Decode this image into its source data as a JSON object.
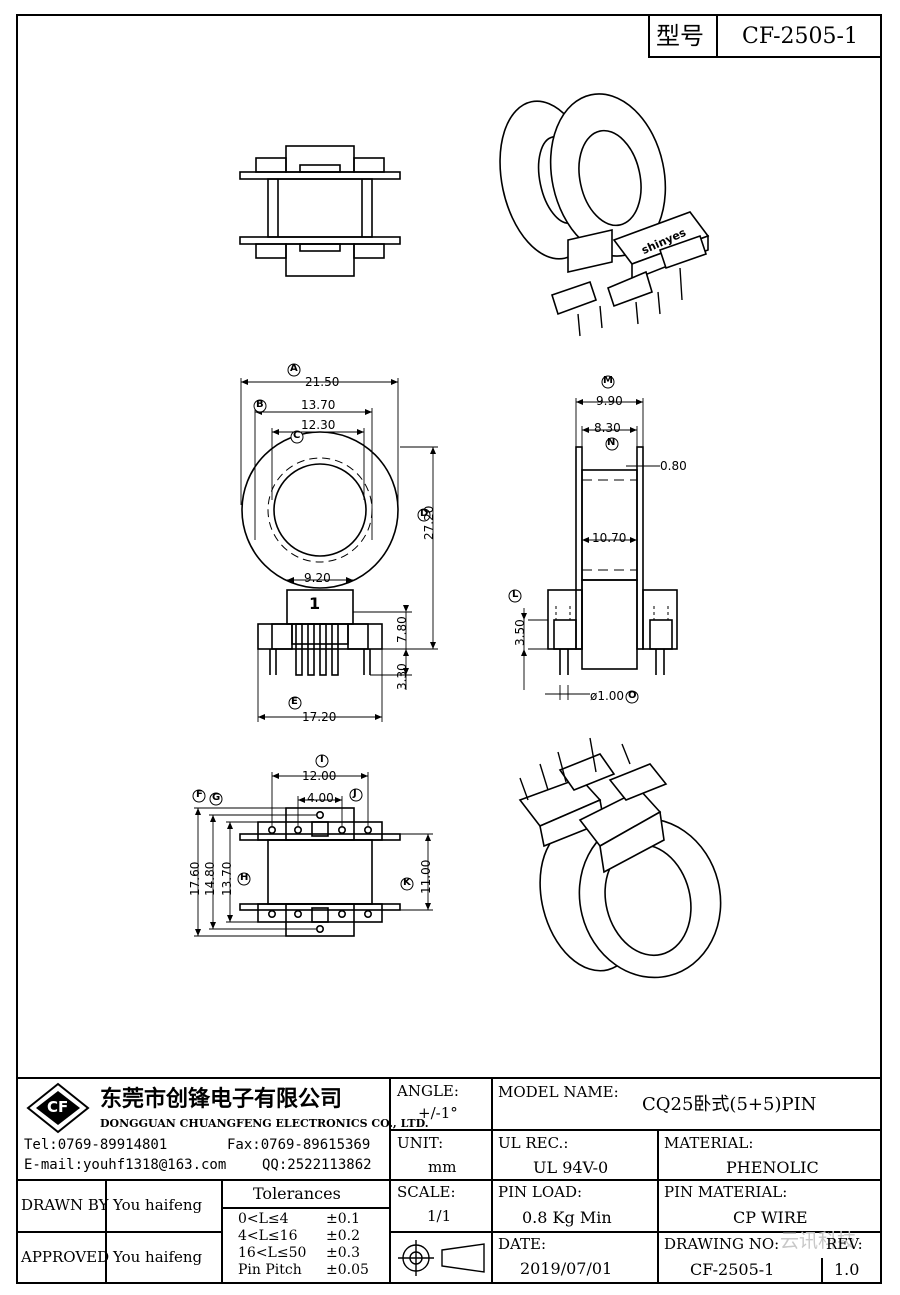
{
  "model_box": {
    "label": "型号",
    "value": "CF-2505-1"
  },
  "company": {
    "logo_text": "CF",
    "name_cn": "东莞市创锋电子有限公司",
    "name_en": "DONGGUAN CHUANGFENG ELECTRONICS CO., LTD.",
    "tel": "Tel:0769-89914801",
    "fax": "Fax:0769-89615369",
    "email": "E-mail:youhf1318@163.com",
    "qq": "QQ:2522113862"
  },
  "title_block": {
    "angle_label": "ANGLE:",
    "angle_value": "+/-1°",
    "unit_label": "UNIT:",
    "unit_value": "mm",
    "scale_label": "SCALE:",
    "scale_value": "1/1",
    "model_name_label": "MODEL NAME:",
    "model_name_value": "CQ25卧式(5+5)PIN",
    "ul_label": "UL REC.:",
    "ul_value": "UL 94V-0",
    "material_label": "MATERIAL:",
    "material_value": "PHENOLIC",
    "pin_load_label": "PIN LOAD:",
    "pin_load_value": "0.8 Kg Min",
    "pin_material_label": "PIN MATERIAL:",
    "pin_material_value": "CP WIRE",
    "date_label": "DATE:",
    "date_value": "2019/07/01",
    "drawing_no_label": "DRAWING NO:",
    "drawing_no_value": "CF-2505-1",
    "rev_label": "REV:",
    "rev_value": "1.0",
    "drawn_by_label": "DRAWN BY",
    "drawn_by_value": "You haifeng",
    "approved_label": "APPROVED",
    "approved_value": "You haifeng",
    "tolerances_title": "Tolerances",
    "tolerances": [
      {
        "range": "0<L≤4",
        "tol": "±0.1"
      },
      {
        "range": "4<L≤16",
        "tol": "±0.2"
      },
      {
        "range": "16<L≤50",
        "tol": "±0.3"
      },
      {
        "range": "Pin Pitch",
        "tol": "±0.05"
      }
    ],
    "watermark": "云讯科技"
  },
  "dimensions": {
    "front": {
      "A": "21.50",
      "B": "13.70",
      "C": "12.30",
      "D": "27.20",
      "E": "17.20",
      "pin_w": "9.20",
      "base_h": "7.80",
      "pin_h": "3.30",
      "pin_mark": "1"
    },
    "side": {
      "M": "9.90",
      "N": "8.30",
      "wall": "0.80",
      "core": "10.70",
      "L": "3.50",
      "O": "ø1.00"
    },
    "bottom": {
      "I": "12.00",
      "J": "4.00",
      "F": "17.60",
      "G": "14.80",
      "H": "13.70",
      "K": "11.00"
    }
  },
  "iso": {
    "brand": "shinyes"
  }
}
